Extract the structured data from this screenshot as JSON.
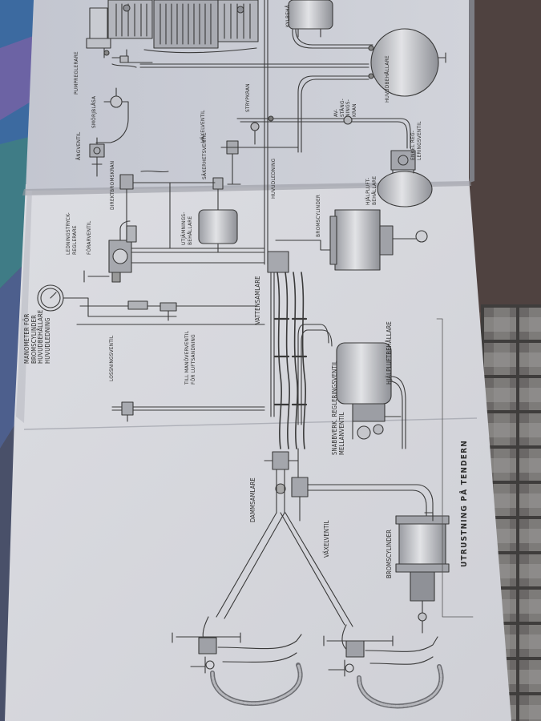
{
  "diagram": {
    "caption": "UTRUSTNING PÅ TENDERN",
    "labels": {
      "pumpregulator": "PUMPREGLERARE",
      "smorjblasa": "SMÖRJBLÅSA",
      "angventil": "ÅNGVENTIL",
      "kylbehallare": "KYLBEHÅ",
      "huvudbehallare": "HUVUDBEHÅLLARE",
      "strypkran": "STRYPKRAN",
      "avstangningskran": "AV-\nSTÄNG-\nNINGS-\nKRAN",
      "vaxelventil_top": "VÄXELVENTIL",
      "sakerhetsventil": "SÄKERHETSVENTIL",
      "huvudledning": "HUVUDLEDNING",
      "direktbromskran": "DIREKTBROMSKRAN",
      "enkel_regleringsventil": "ENKEL REG-\nLERINGSVENTIL",
      "hjalpluftbehallare_top": "HJÄLPLUFT-\nBEHÅLLARE",
      "bromscylinder_top": "BROMSCYLINDER",
      "utjamningsbehallare": "UTJÄMNINGS-\nBEHÅLLARE",
      "ledningstrycksregulator": "LEDNINGSTRYCK-\nREGLERARE",
      "forarventil": "FÖRARVENTIL",
      "manometer": "MANOMETER FÖR\nBROMSCYLINDER\nHUVUDBEHÅLLARE\nHUVUDLEDNING",
      "vattensamlare": "VATTENSAMLARE",
      "till_manoverventil": "TILL MANÖVERVENTIL\nFÖR LUFTSANDNING",
      "lossningsventil": "LOSSNINGSVENTIL",
      "hjalpluftbehallare": "HJÄLPLUFTBEHÅLLARE",
      "snabbverk": "SNABBVERK. REGLERINGSVENTIL\nMELLANVENTIL",
      "dammsamlare": "DAMMSAMLARE",
      "vaxelventil": "VÄXELVENTIL",
      "bromscylinder": "BROMSCYLINDER"
    }
  },
  "colors": {
    "background": "#5a4e4a",
    "page_left": "#c9cbd3",
    "page_right": "#d8d9de",
    "ink": "#3a3a3a"
  }
}
